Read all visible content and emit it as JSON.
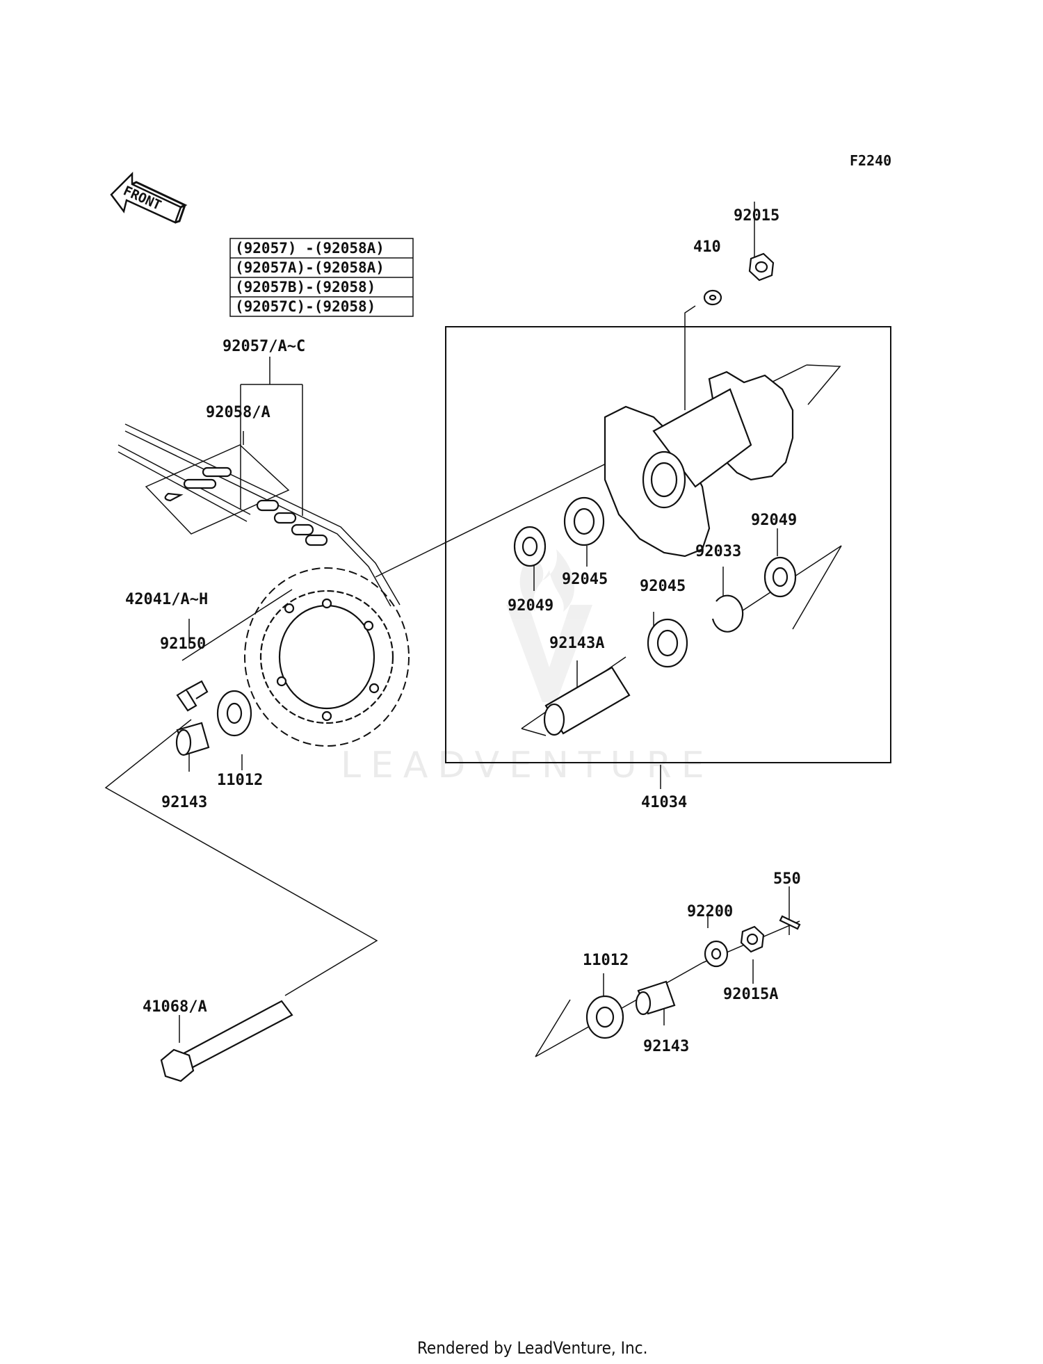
{
  "figure_ref": "F2240",
  "front_label": "FRONT",
  "watermark": "LEADVENTURE",
  "footer": "Rendered by LeadVenture, Inc.",
  "table_rows": [
    "(92057)  -(92058A)",
    "(92057A)-(92058A)",
    "(92057B)-(92058)",
    "(92057C)-(92058)"
  ],
  "parts": {
    "p92015": "92015",
    "p410": "410",
    "p92057": "92057/A~C",
    "p92058": "92058/A",
    "p92049a": "92049",
    "p92033": "92033",
    "p92045a": "92045",
    "p92049b": "92049",
    "p92045b": "92045",
    "p42041": "42041/A~H",
    "p92150": "92150",
    "p92143A": "92143A",
    "p11012a": "11012",
    "p92143a": "92143",
    "p41034": "41034",
    "p550": "550",
    "p92200": "92200",
    "p11012b": "11012",
    "p92015A": "92015A",
    "p92143b": "92143",
    "p41068": "41068/A"
  }
}
